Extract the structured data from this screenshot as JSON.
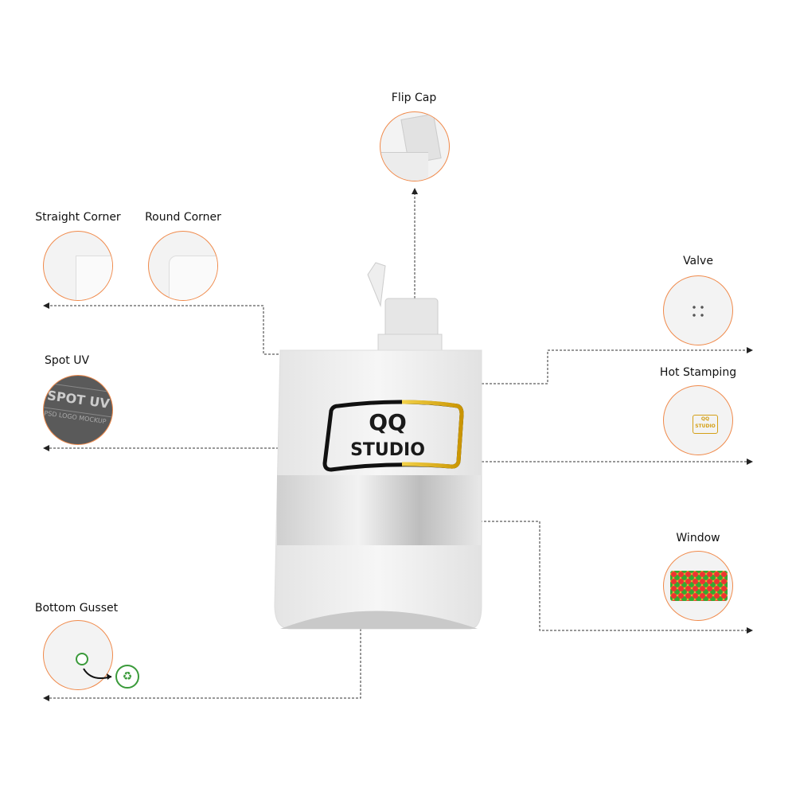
{
  "features": [
    {
      "id": "flip-cap",
      "label": "Flip Cap"
    },
    {
      "id": "straight-corner",
      "label": "Straight Corner"
    },
    {
      "id": "round-corner",
      "label": "Round Corner"
    },
    {
      "id": "valve",
      "label": "Valve"
    },
    {
      "id": "spot-uv",
      "label": "Spot UV"
    },
    {
      "id": "hot-stamping",
      "label": "Hot Stamping"
    },
    {
      "id": "window",
      "label": "Window"
    },
    {
      "id": "bottom-gusset",
      "label": "Bottom Gusset"
    }
  ],
  "logo": {
    "line1": "QQ",
    "line2": "STUDIO"
  },
  "spot_uv_sample": {
    "line1": "SPOT UV",
    "line2": "PSD",
    "line3": "LOGO MOCKUP"
  },
  "colors": {
    "accent": "#f08a4b",
    "gold": "#d9a800",
    "line": "#333333"
  }
}
